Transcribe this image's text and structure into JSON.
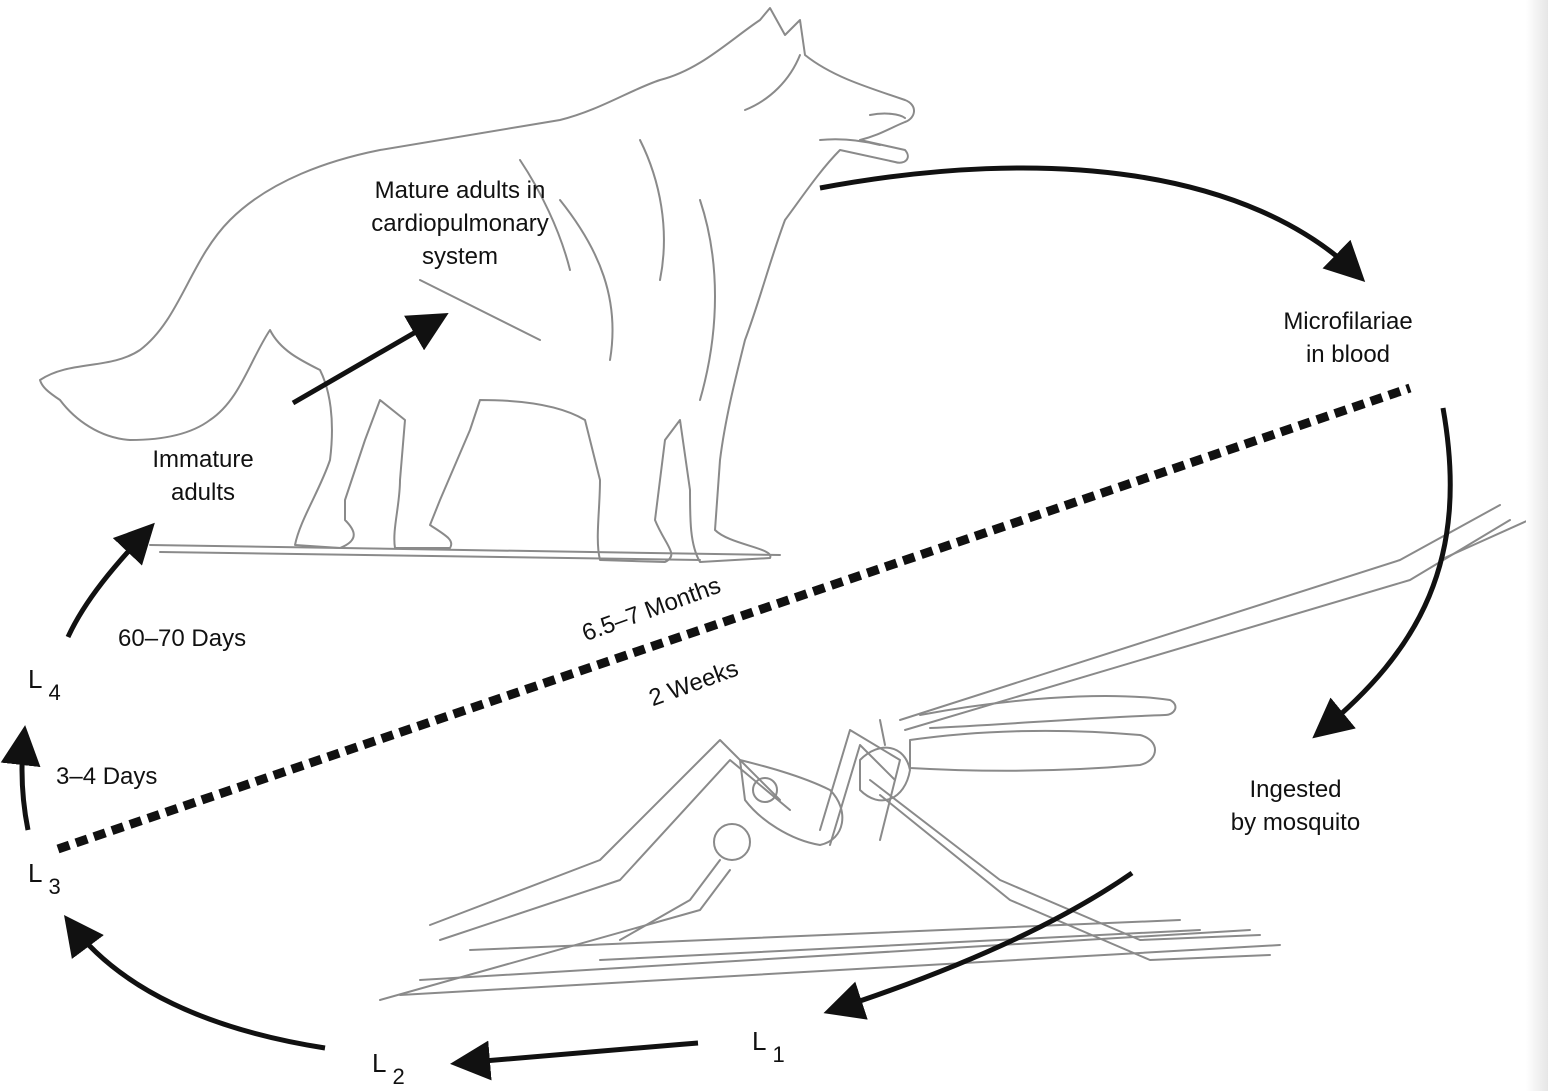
{
  "labels": {
    "mature_adults": [
      "Mature adults in",
      "cardiopulmonary",
      "system"
    ],
    "microfilariae": [
      "Microfilariae",
      "in blood"
    ],
    "immature_adults": [
      "Immature",
      "adults"
    ],
    "ingested": [
      "Ingested",
      "by mosquito"
    ]
  },
  "stages": {
    "l1": {
      "letter": "L",
      "sub": "1"
    },
    "l2": {
      "letter": "L",
      "sub": "2"
    },
    "l3": {
      "letter": "L",
      "sub": "3"
    },
    "l4": {
      "letter": "L",
      "sub": "4"
    }
  },
  "durations": {
    "days_60_70": "60–70 Days",
    "days_3_4": "3–4 Days",
    "months": "6.5–7 Months",
    "weeks": "2 Weeks"
  },
  "colors": {
    "ink": "#111111",
    "sketch": "#8a8a8a",
    "paper": "#ffffff"
  },
  "icons": {
    "host": "dog-illustration",
    "vector": "mosquito-illustration"
  }
}
